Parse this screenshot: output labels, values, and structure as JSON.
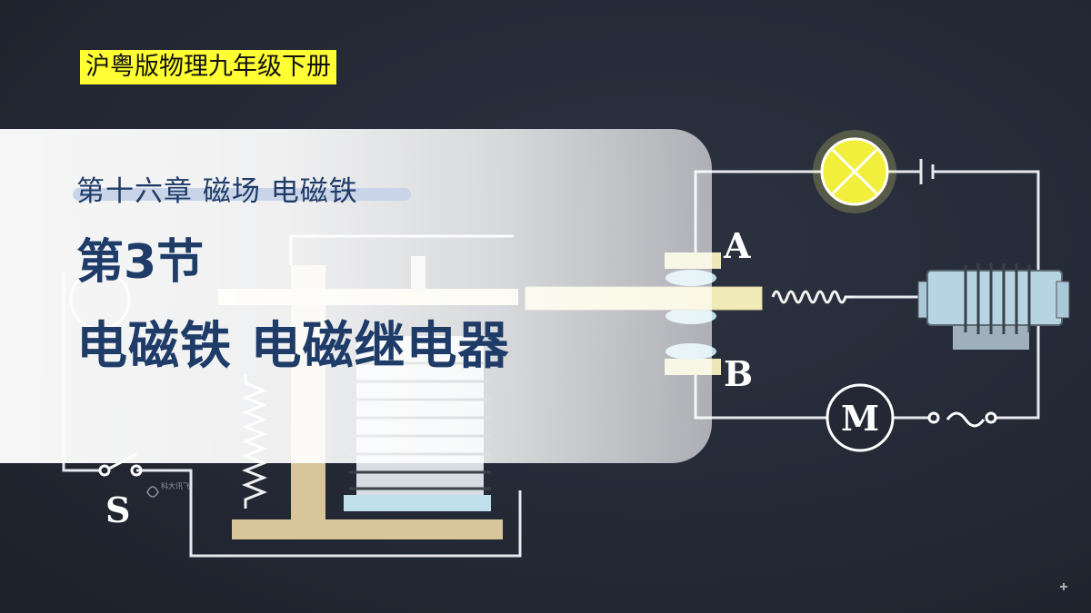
{
  "publisher_tag": "沪粤版物理九年级下册",
  "chapter": "第十六章  磁场  电磁铁",
  "section": "第3节",
  "title": "电磁铁  电磁继电器",
  "diagram_labels": {
    "contact_a": "A",
    "contact_b": "B",
    "motor": "M",
    "switch": "S"
  },
  "logo_text": "科大讯飞",
  "colors": {
    "publisher_highlight": "#ffff33",
    "title_text": "#1f3c68",
    "background": "#232834"
  }
}
